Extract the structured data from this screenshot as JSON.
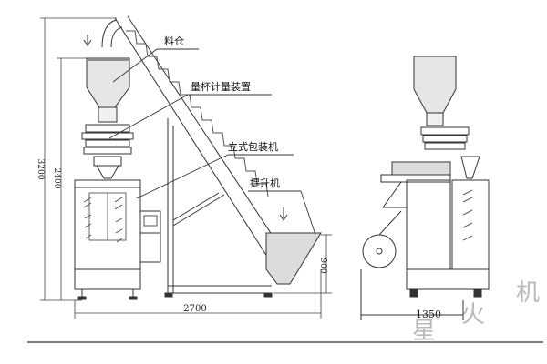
{
  "labels": {
    "hopper": "料仓",
    "cup_filler": "量杯计量装置",
    "packer": "立式包装机",
    "elevator": "提升机"
  },
  "dimensions": {
    "total_height": "3200",
    "machine_height": "2400",
    "total_width": "2700",
    "elevator_height": "900",
    "side_width": "1350"
  },
  "watermark": [
    "星",
    "火",
    "机"
  ],
  "colors": {
    "line": "#333333",
    "hopper_fill": "#e6e6e6",
    "shade": "#c8c8c8"
  }
}
